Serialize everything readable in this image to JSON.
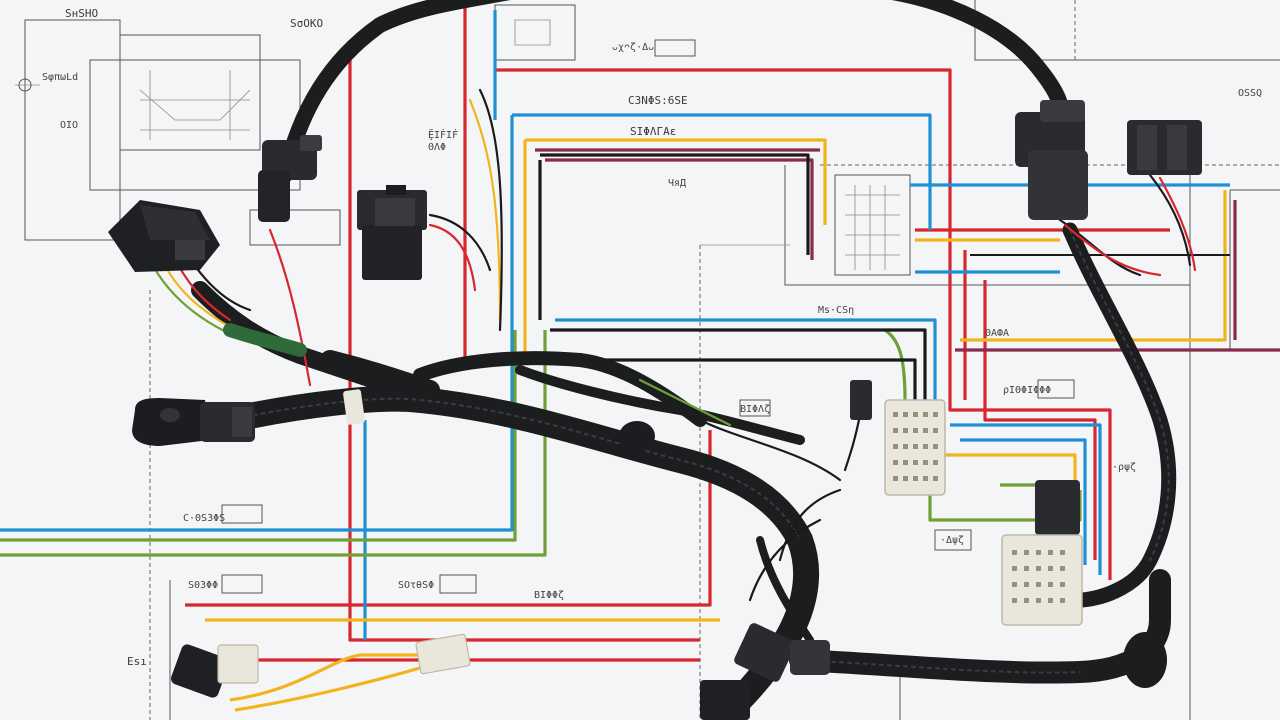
{
  "labels": {
    "top_left_a": "SнSHO",
    "top_left_b": "SσOKO",
    "left_a": "SφπωLd",
    "left_b": "OIO",
    "mid_a": "ḜΙḞΙḞ",
    "mid_b": "ΘΛΦ",
    "top_mid": "ᴗχᴖζ·Δᴗ",
    "top_right_a": "OSSQ",
    "blue_1": "C3NΦS:6SE",
    "blue_2": "SΙΦΛΓΑε",
    "center_a": "ЧяД",
    "center_b": "Ms·CSη",
    "right_a": "ΘАФА",
    "right_b": "ρΙΘΦІΦΦΦ",
    "right_c": "·ρψζ",
    "bottom_left_a": "C·ΘS3ΦS",
    "bottom_left_b": "S03ΦΦ",
    "bottom_mid_a": "SOτθSΦ",
    "bottom_mid_b": "ΒΙΦΦζ",
    "bottom_c": "ΒΙΦΛζ",
    "bottom_right": "·Δψζ",
    "left_edge": "Esı"
  },
  "colors": {
    "wire_red": "#d8262f",
    "wire_blue": "#1f8fd6",
    "wire_yellow": "#f0b51d",
    "wire_green": "#6fa035",
    "wire_black": "#1a1a1a",
    "wire_maroon": "#8a2b4b",
    "connector_black": "#2a2b2e",
    "connector_white": "#e9e6dc",
    "loom": "#1c1d1f",
    "paper": "#f4f5f6"
  }
}
